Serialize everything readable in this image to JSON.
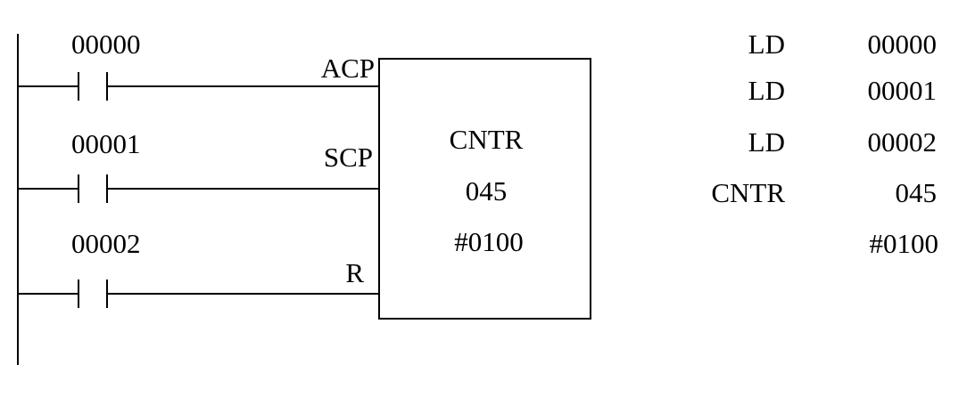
{
  "rungs": [
    {
      "address": "00000",
      "input": "ACP"
    },
    {
      "address": "00001",
      "input": "SCP"
    },
    {
      "address": "00002",
      "input": "R"
    }
  ],
  "block": {
    "instruction": "CNTR",
    "number": "045",
    "setting": "#0100"
  },
  "mnemonic": [
    {
      "op": "LD",
      "operand": "00000"
    },
    {
      "op": "LD",
      "operand": "00001"
    },
    {
      "op": "LD",
      "operand": "00002"
    },
    {
      "op": "CNTR",
      "operand": "045"
    },
    {
      "op": "",
      "operand": "#0100"
    }
  ],
  "colors": {
    "line": "#000000",
    "background": "#ffffff"
  }
}
